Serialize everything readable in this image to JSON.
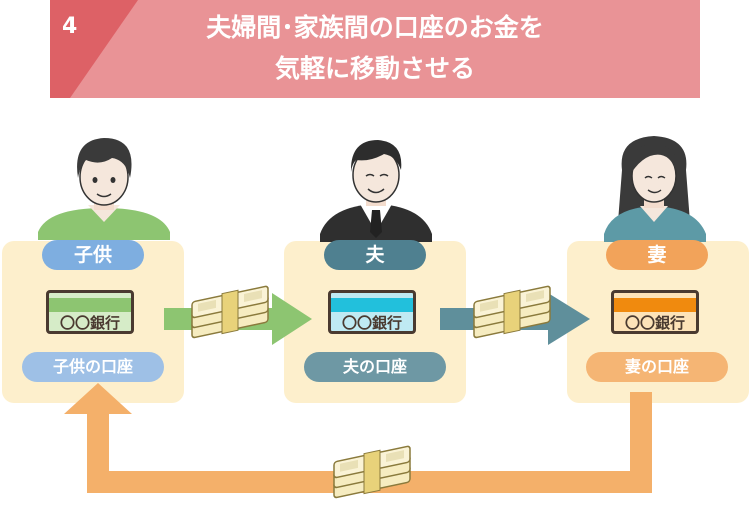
{
  "header": {
    "step_number": "4",
    "title_line1": "夫婦間･家族間の口座のお金を",
    "title_line2": "気軽に移動させる",
    "bg_color": "#e99396",
    "tab_color": "#dd6166"
  },
  "accounts": [
    {
      "id": "child",
      "role_label": "子供",
      "account_label": "子供の口座",
      "bank_name": "〇〇銀行",
      "pill_color": "#7eaee0",
      "stripe_color": "#8dc571",
      "card_fill": "#d6ecc8"
    },
    {
      "id": "husband",
      "role_label": "夫",
      "account_label": "夫の口座",
      "bank_name": "〇〇銀行",
      "pill_color": "#4f8090",
      "stripe_color": "#22c0dc",
      "card_fill": "#bfeaf3"
    },
    {
      "id": "wife",
      "role_label": "妻",
      "account_label": "妻の口座",
      "bank_name": "〇〇銀行",
      "pill_color": "#f2a35a",
      "stripe_color": "#f08a0e",
      "card_fill": "#fde3b8"
    }
  ],
  "colors": {
    "panel_bg": "#fdefcc",
    "arrow_green": "#8dc571",
    "arrow_teal": "#5f8f9b",
    "arrow_orange": "#f4b06a",
    "money_band": "#f3e5a8"
  },
  "icons": [
    "person-child-icon",
    "person-husband-icon",
    "person-wife-icon",
    "money-bundle-icon"
  ]
}
